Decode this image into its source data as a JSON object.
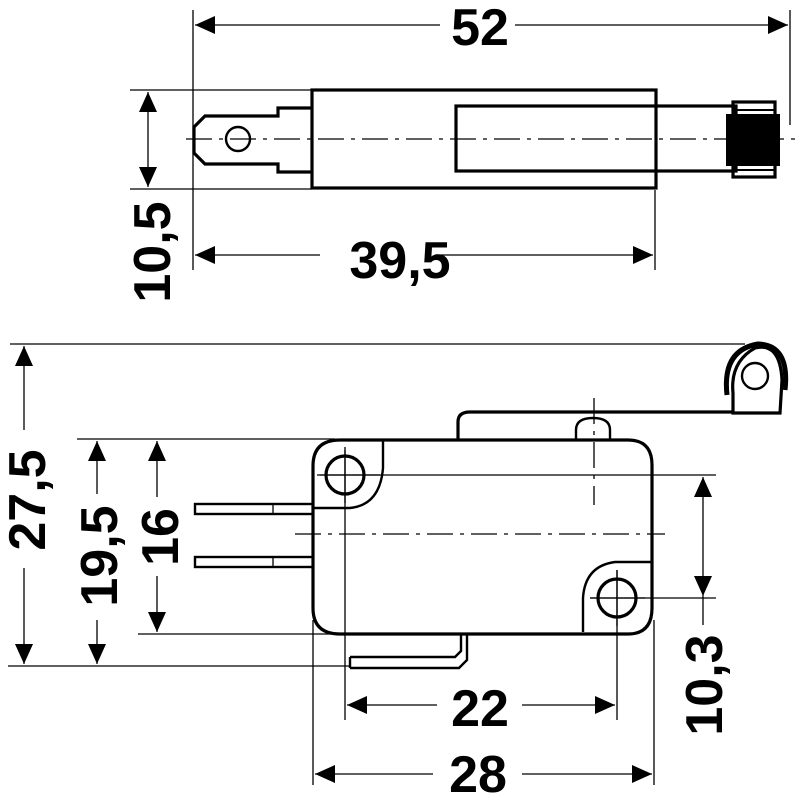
{
  "diagram": {
    "subject": "Microswitch with roller lever – dimensional drawing",
    "colors": {
      "line": "#000000",
      "background": "#ffffff"
    },
    "top_view": {
      "dimensions": {
        "overall_length": "52",
        "body_length": "39,5",
        "body_width": "10,5"
      }
    },
    "side_view": {
      "dimensions": {
        "overall_height": "27,5",
        "height_to_terminal": "19,5",
        "body_height": "16",
        "hole_vertical_spacing": "10,3",
        "hole_horizontal_spacing": "22",
        "body_length": "28"
      }
    }
  }
}
